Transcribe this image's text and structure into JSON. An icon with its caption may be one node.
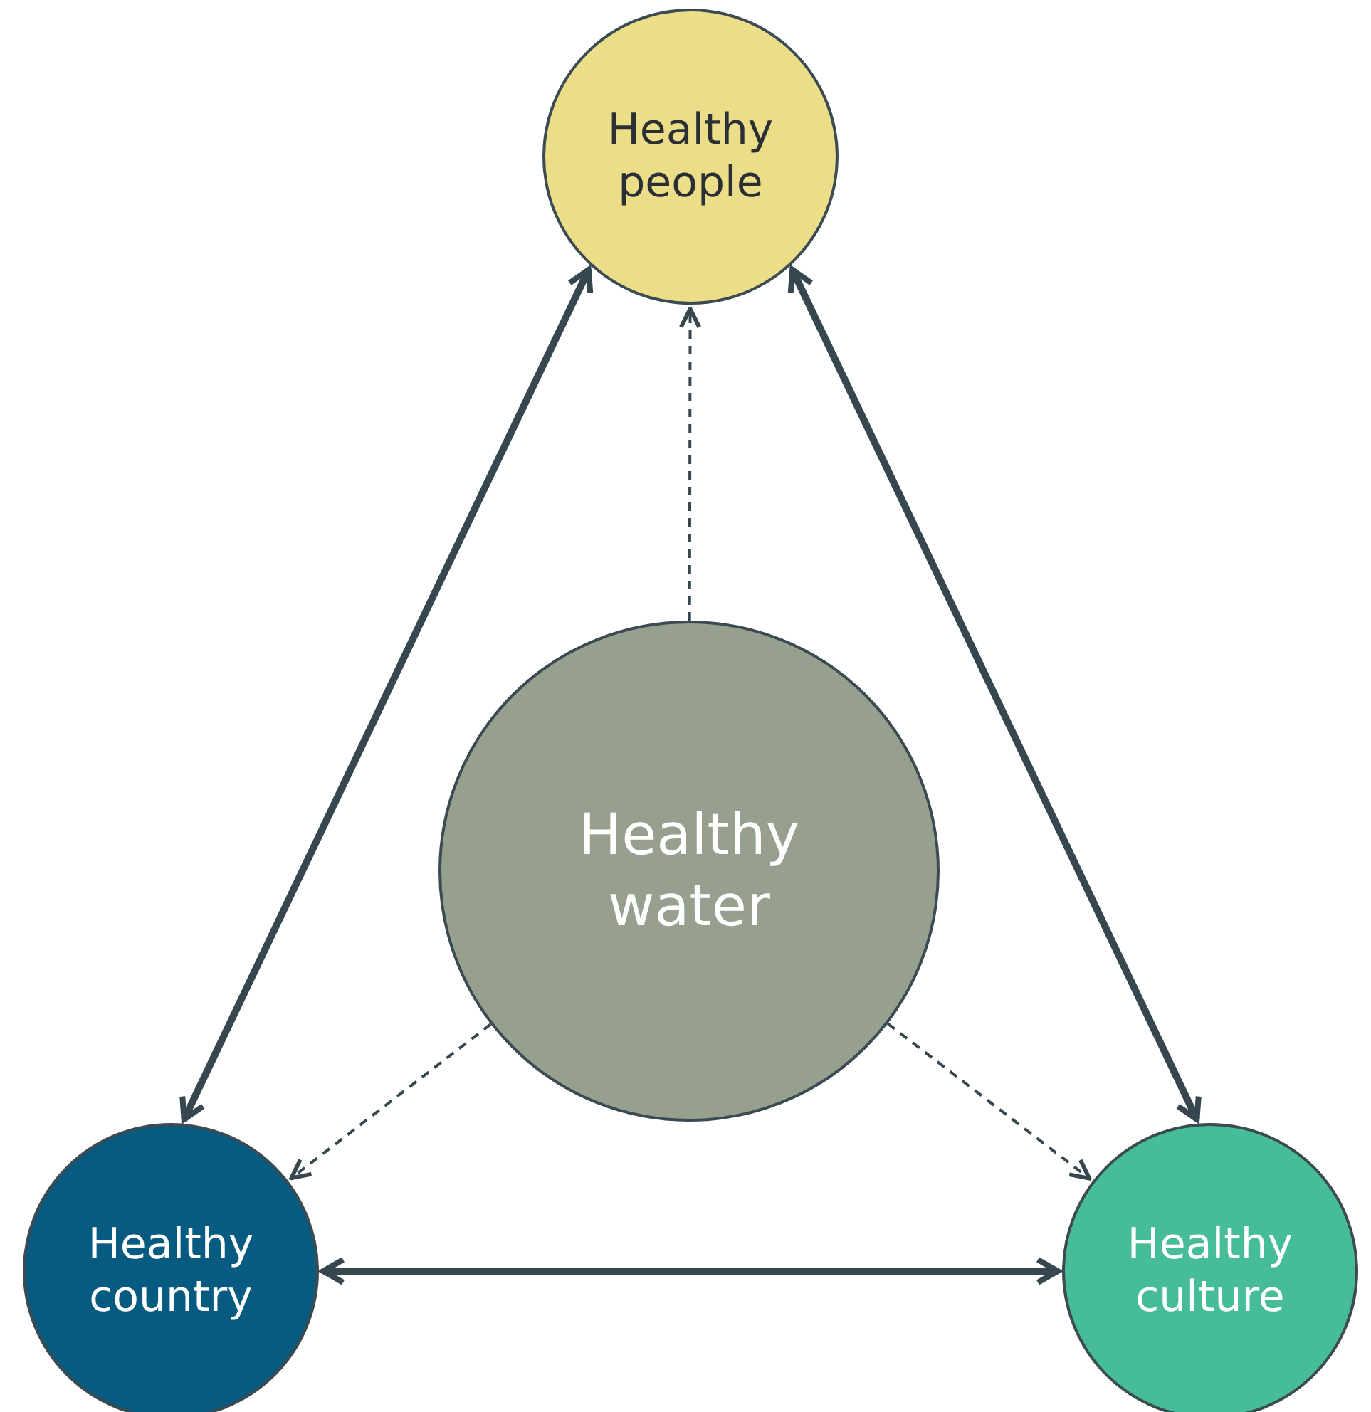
{
  "diagram": {
    "nodes": [
      {
        "text": [
          "Healthy people"
        ]
      },
      {
        "text": [
          "Healthy water"
        ]
      },
      {
        "text": [
          "Healthy country"
        ]
      },
      {
        "text": [
          "Healthy culture"
        ]
      }
    ],
    "edges": [
      {
        "from": 1,
        "to": 0,
        "arrow": "to",
        "style": "dashed"
      },
      {
        "from": 2,
        "to": 0,
        "arrow": "both",
        "style": "thick"
      },
      {
        "from": 0,
        "to": 3,
        "arrow": "both",
        "style": "thick"
      },
      {
        "from": 1,
        "to": 2,
        "arrow": "to",
        "style": "dashed"
      },
      {
        "from": 1,
        "to": 3,
        "arrow": "to",
        "style": "dashed"
      },
      {
        "from": 2,
        "to": 3,
        "arrow": "both",
        "style": "thick"
      }
    ]
  }
}
